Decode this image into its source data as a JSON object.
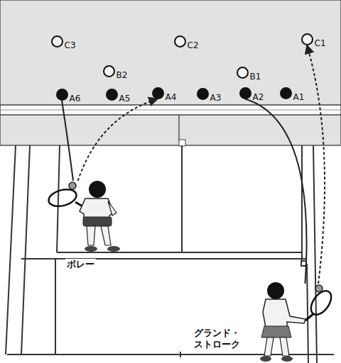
{
  "diagram": {
    "nodes": [
      {
        "text": [
          "C3"
        ]
      },
      {
        "text": [
          "C2"
        ]
      },
      {
        "text": [
          "C1"
        ]
      },
      {
        "text": [
          "B2"
        ]
      },
      {
        "text": [
          "B1"
        ]
      },
      {
        "text": [
          "A6"
        ]
      },
      {
        "text": [
          "A5"
        ]
      },
      {
        "text": [
          "A4"
        ]
      },
      {
        "text": [
          "A3"
        ]
      },
      {
        "text": [
          "A2"
        ]
      },
      {
        "text": [
          "A1"
        ]
      },
      {
        "text": [
          "ボレー"
        ]
      },
      {
        "text": [
          "グランド・ストローク"
        ]
      }
    ],
    "edges": [
      {
        "from": 5,
        "to": 11,
        "arrow": "none"
      },
      {
        "from": 11,
        "to": 7,
        "arrow": "to"
      },
      {
        "from": 9,
        "to": 12,
        "arrow": "none"
      },
      {
        "from": 12,
        "to": 2,
        "arrow": "to"
      }
    ]
  }
}
